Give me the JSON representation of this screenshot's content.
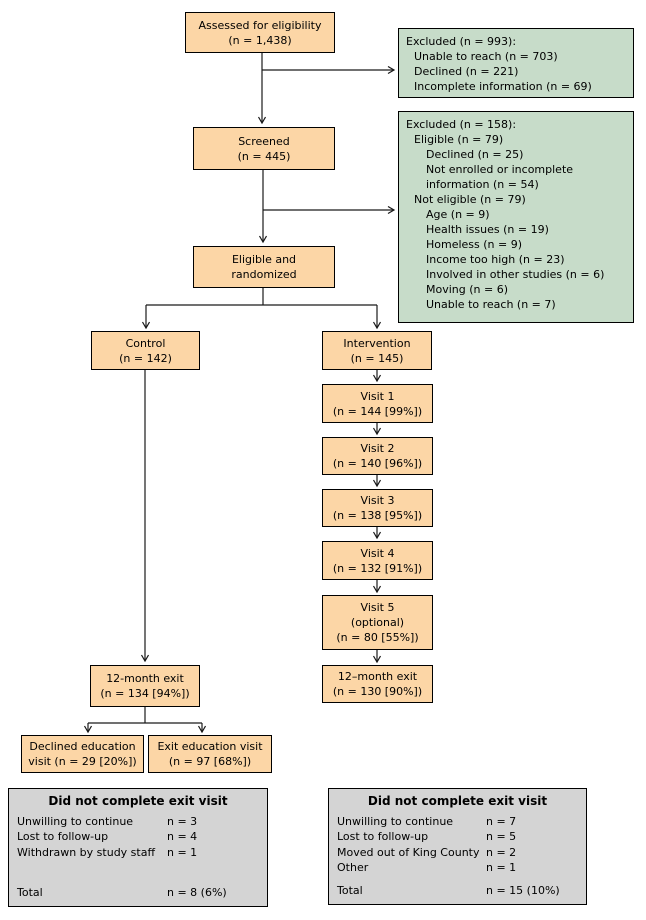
{
  "palette": {
    "flow_fill": "#fcd6a6",
    "flow_border": "#000000",
    "note_fill": "#c7dcc9",
    "note_border": "#000000",
    "gray_fill": "#d4d4d4",
    "gray_border": "#000000"
  },
  "boxes": {
    "assessed": {
      "line1": "Assessed for eligibility",
      "line2": "(n = 1,438)"
    },
    "screened": {
      "line1": "Screened",
      "line2": "(n = 445)"
    },
    "eligible": {
      "line1": "Eligible and",
      "line2": "randomized"
    },
    "control": {
      "line1": "Control",
      "line2": "(n = 142)"
    },
    "intervention": {
      "line1": "Intervention",
      "line2": "(n = 145)"
    },
    "visit1": {
      "line1": "Visit 1",
      "line2": "(n = 144 [99%])"
    },
    "visit2": {
      "line1": "Visit 2",
      "line2": "(n = 140 [96%])"
    },
    "visit3": {
      "line1": "Visit 3",
      "line2": "(n = 138 [95%])"
    },
    "visit4": {
      "line1": "Visit 4",
      "line2": "(n = 132 [91%])"
    },
    "visit5": {
      "line1": "Visit 5",
      "line2": "(optional)",
      "line3": "(n = 80 [55%])"
    },
    "exit_intervention": {
      "line1": "12–month exit",
      "line2": "(n = 130 [90%])"
    },
    "exit_control": {
      "line1": "12-month exit",
      "line2": "(n = 134 [94%])"
    },
    "declined_education": {
      "line1": "Declined education",
      "line2": "visit (n = 29 [20%])"
    },
    "exit_education": {
      "line1": "Exit education visit",
      "line2": "(n = 97 [68%])"
    }
  },
  "notes": {
    "excluded_screening": {
      "lines": [
        {
          "text": "Excluded (n = 993):"
        },
        {
          "text": "Unable to reach (n = 703)"
        },
        {
          "text": "Declined (n = 221)"
        },
        {
          "text": "Incomplete information (n = 69)"
        }
      ]
    },
    "excluded_eligibility": {
      "lines": [
        {
          "text": "Excluded (n = 158):"
        },
        {
          "text": "Eligible (n = 79)"
        },
        {
          "text": "Declined (n = 25)"
        },
        {
          "text": "Not enrolled or incomplete information (n = 54)"
        },
        {
          "text": "Not eligible (n = 79)"
        },
        {
          "text": "Age (n = 9)"
        },
        {
          "text": "Health issues (n = 19)"
        },
        {
          "text": "Homeless (n = 9)"
        },
        {
          "text": "Income too high (n = 23)"
        },
        {
          "text": "Involved in other studies (n = 6)"
        },
        {
          "text": "Moving (n = 6)"
        },
        {
          "text": "Unable to reach (n = 7)"
        }
      ]
    }
  },
  "dropout_tables": {
    "control": {
      "title": "Did not complete exit visit",
      "rows": [
        {
          "label": "Unwilling to continue",
          "value": "n = 3"
        },
        {
          "label": "Lost to follow-up",
          "value": "n = 4"
        },
        {
          "label": "Withdrawn by study staff",
          "value": "n = 1"
        }
      ],
      "total": {
        "label": "Total",
        "value": "n = 8 (6%)"
      }
    },
    "intervention": {
      "title": "Did not complete exit visit",
      "rows": [
        {
          "label": "Unwilling to continue",
          "value": "n = 7"
        },
        {
          "label": "Lost to follow-up",
          "value": "n = 5"
        },
        {
          "label": "Moved out of King County",
          "value": "n = 2"
        },
        {
          "label": "Other",
          "value": "n = 1"
        }
      ],
      "total": {
        "label": "Total",
        "value": "n = 15 (10%)"
      }
    }
  }
}
